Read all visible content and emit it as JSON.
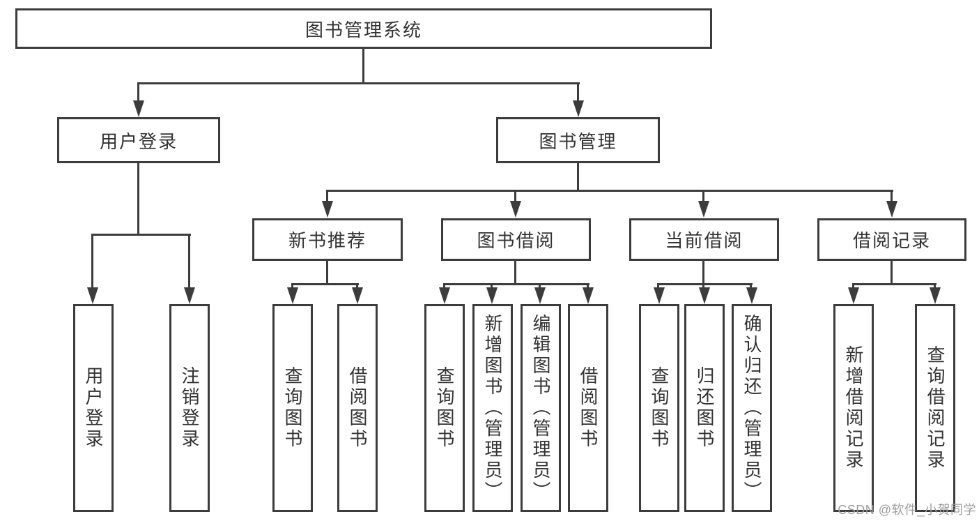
{
  "diagram": {
    "title": "图书管理系统",
    "level1": {
      "user_login": "用户登录",
      "book_mgmt": "图书管理"
    },
    "level2": {
      "new_books": "新书推荐",
      "book_borrow": "图书借阅",
      "current_borrow": "当前借阅",
      "borrow_records": "借阅记录"
    },
    "leaves": {
      "login": "用户登录",
      "logout": "注销登录",
      "nb_query": "查询图书",
      "nb_borrow": "借阅图书",
      "bb_query": "查询图书",
      "bb_add": "新增图书（管理员）",
      "bb_edit": "编辑图书（管理员）",
      "bb_borrow": "借阅图书",
      "cb_query": "查询图书",
      "cb_return": "归还图书",
      "cb_confirm": "确认归还（管理员）",
      "rec_add": "新增借阅记录",
      "rec_query": "查询借阅记录"
    }
  },
  "watermark": "CSDN @软件_小贺同学",
  "colors": {
    "line": "#3c3c3c",
    "text": "#333333",
    "watermark": "#9d9d9d",
    "background": "#ffffff"
  }
}
